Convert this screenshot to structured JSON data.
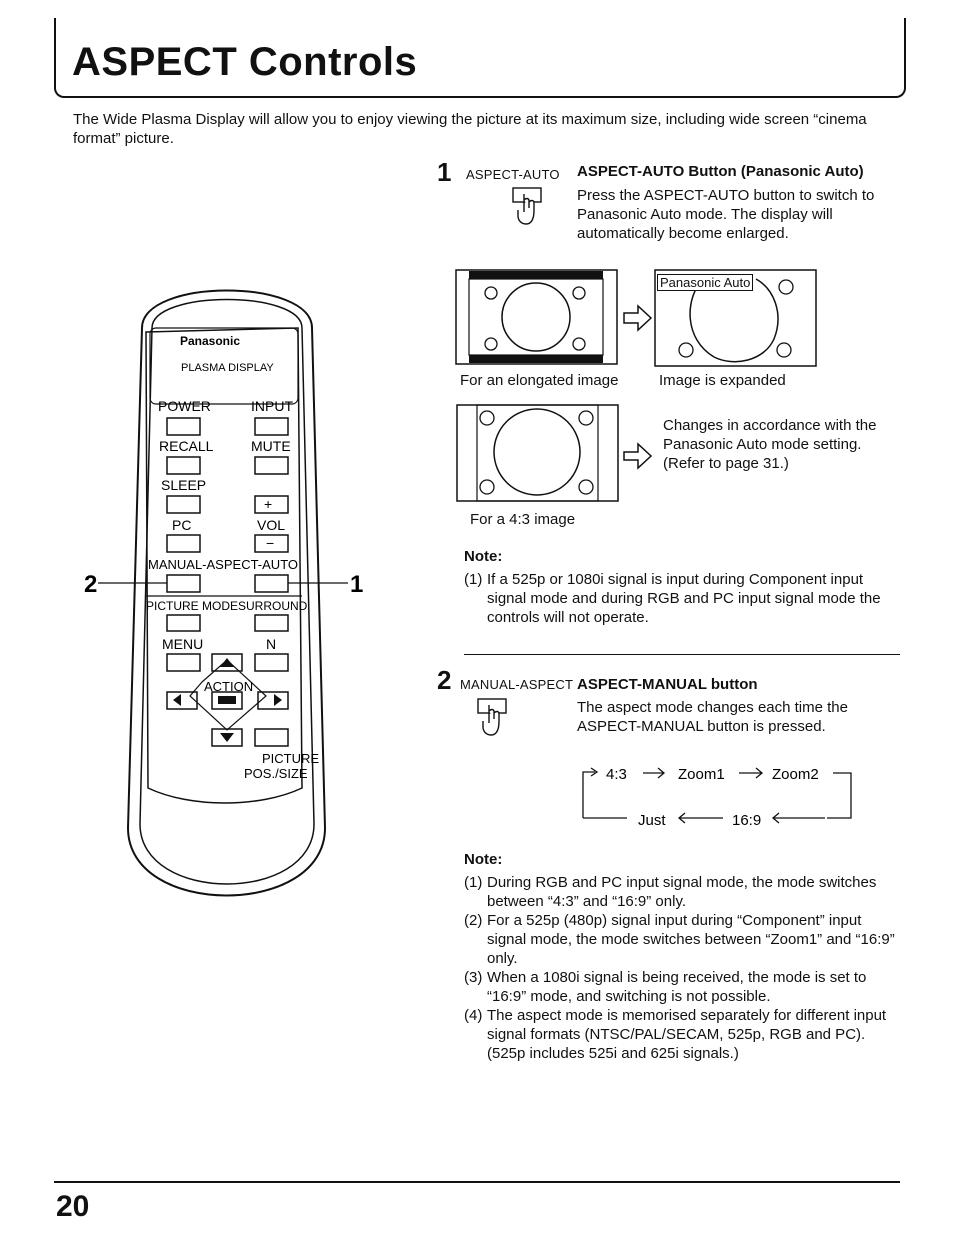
{
  "header": {
    "title": "ASPECT Controls"
  },
  "intro": "The Wide Plasma Display will allow you to enjoy viewing the picture at its maximum size, including wide screen “cinema format” picture.",
  "step1": {
    "number": "1",
    "button_label": "ASPECT-AUTO",
    "heading": "ASPECT-AUTO Button (Panasonic Auto)",
    "text": "Press the ASPECT-AUTO button to switch to Panasonic Auto mode. The display will automatically become enlarged.",
    "caption_elongated": "For an elongated image",
    "caption_expanded": "Image is expanded",
    "screen_tag": "Panasonic Auto",
    "change_text": "Changes in accordance with the Panasonic Auto mode setting. (Refer to page 31.)",
    "caption_43": "For a 4:3 image"
  },
  "note1": {
    "heading": "Note:",
    "items": [
      {
        "num": "(1)",
        "text": "If a 525p or 1080i signal is input during Component input signal mode and during RGB and PC input signal mode the controls will not operate."
      }
    ]
  },
  "step2": {
    "number": "2",
    "button_label": "MANUAL-ASPECT",
    "heading": "ASPECT-MANUAL button",
    "text": "The aspect mode changes each time the ASPECT-MANUAL button is pressed.",
    "cycle": {
      "m43": "4:3",
      "zoom1": "Zoom1",
      "zoom2": "Zoom2",
      "just": "Just",
      "m169": "16:9"
    }
  },
  "note2": {
    "heading": "Note:",
    "items": [
      {
        "num": "(1)",
        "text": "During RGB and PC input signal mode, the mode switches between “4:3” and “16:9” only."
      },
      {
        "num": "(2)",
        "text": "For a 525p (480p) signal input during “Component” input signal mode, the mode switches between “Zoom1” and “16:9” only."
      },
      {
        "num": "(3)",
        "text": "When a 1080i signal is being received, the mode is set to “16:9” mode, and switching is not possible."
      },
      {
        "num": "(4)",
        "text": "The aspect mode is memorised separately for different input signal formats (NTSC/PAL/SECAM, 525p, RGB and PC). (525p includes 525i and 625i signals.)"
      }
    ]
  },
  "remote": {
    "brand": "Panasonic",
    "model": "PLASMA DISPLAY",
    "power": "POWER",
    "input": "INPUT",
    "recall": "RECALL",
    "mute": "MUTE",
    "sleep": "SLEEP",
    "pc": "PC",
    "vol": "VOL",
    "manual_aspect_auto": "MANUAL-ASPECT-AUTO",
    "callout_left": "2",
    "callout_right": "1",
    "picture_mode": "PICTURE MODE",
    "surround": "SURROUND",
    "menu": "MENU",
    "n": "N",
    "action": "ACTION",
    "picture": "PICTURE",
    "pos_size": "POS./SIZE"
  },
  "footer": {
    "page_number": "20"
  }
}
